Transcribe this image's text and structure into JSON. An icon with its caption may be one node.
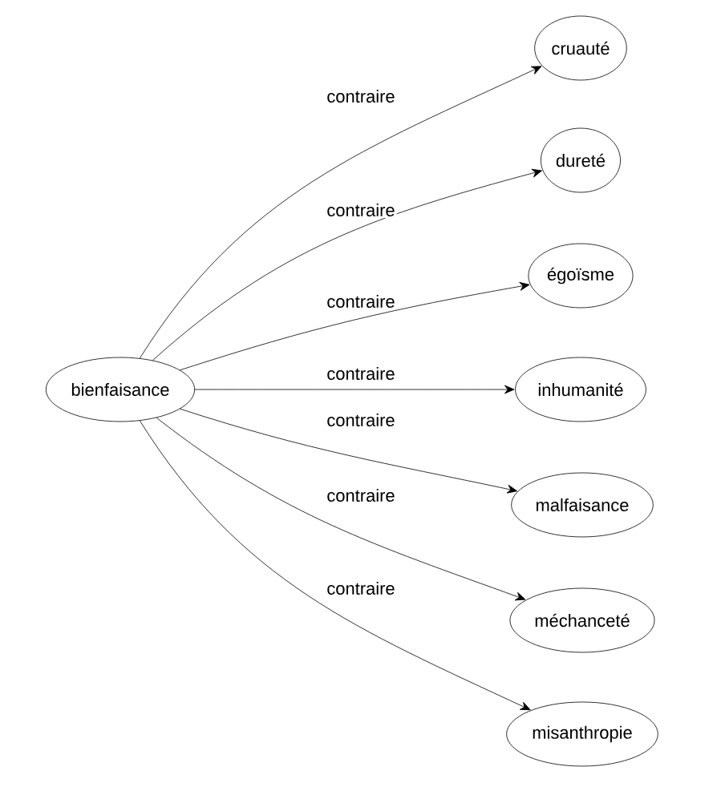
{
  "diagram": {
    "nodes": [
      {
        "text": [
          "bienfaisance"
        ]
      },
      {
        "text": [
          "cruauté"
        ]
      },
      {
        "text": [
          "dureté"
        ]
      },
      {
        "text": [
          "égoïsme"
        ]
      },
      {
        "text": [
          "inhumanité"
        ]
      },
      {
        "text": [
          "malfaisance"
        ]
      },
      {
        "text": [
          "méchanceté"
        ]
      },
      {
        "text": [
          "misanthropie"
        ]
      }
    ],
    "edges": [
      {
        "from": 0,
        "to": 1,
        "arrow": "to",
        "label": "contraire"
      },
      {
        "from": 0,
        "to": 2,
        "arrow": "to",
        "label": "contraire"
      },
      {
        "from": 0,
        "to": 3,
        "arrow": "to",
        "label": "contraire"
      },
      {
        "from": 0,
        "to": 4,
        "arrow": "to",
        "label": "contraire"
      },
      {
        "from": 0,
        "to": 5,
        "arrow": "to",
        "label": "contraire"
      },
      {
        "from": 0,
        "to": 6,
        "arrow": "to",
        "label": "contraire"
      },
      {
        "from": 0,
        "to": 7,
        "arrow": "to",
        "label": "contraire"
      }
    ]
  }
}
